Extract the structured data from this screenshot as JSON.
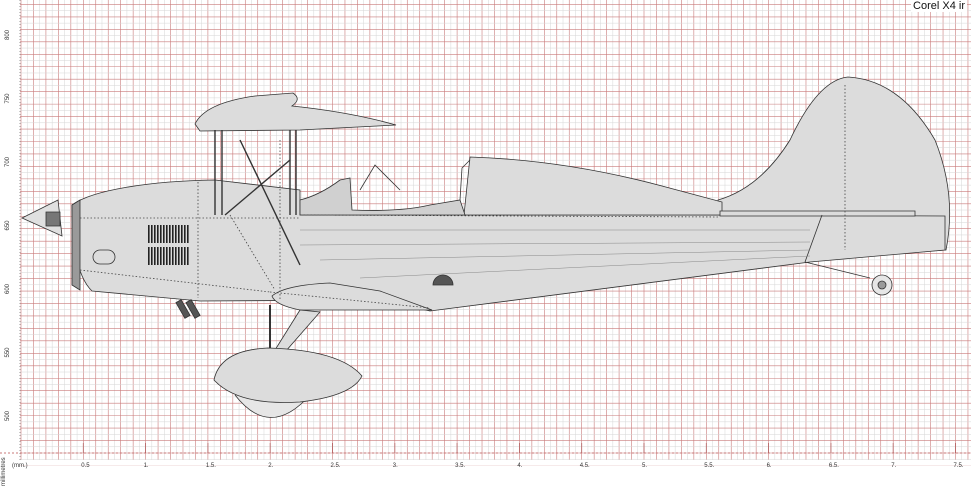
{
  "app": {
    "title_fragment": "Corel X4 ir"
  },
  "rulers": {
    "unit_label": "(mm.)",
    "side_label": "millimetres",
    "horizontal": [
      "0.5",
      "1.",
      "1.5.",
      "2.",
      "2.5.",
      "3.",
      "3.5.",
      "4.",
      "4.5.",
      "5.",
      "5.5.",
      "6.",
      "6.5.",
      "7.",
      "7.5."
    ],
    "vertical": [
      "800",
      "750",
      "700",
      "650",
      "600",
      "550",
      "500"
    ]
  },
  "colors": {
    "grid_major": "#c97a7a",
    "grid_minor": "#d6d6d6",
    "airframe": "#dcdcdc",
    "outline": "#333333"
  }
}
